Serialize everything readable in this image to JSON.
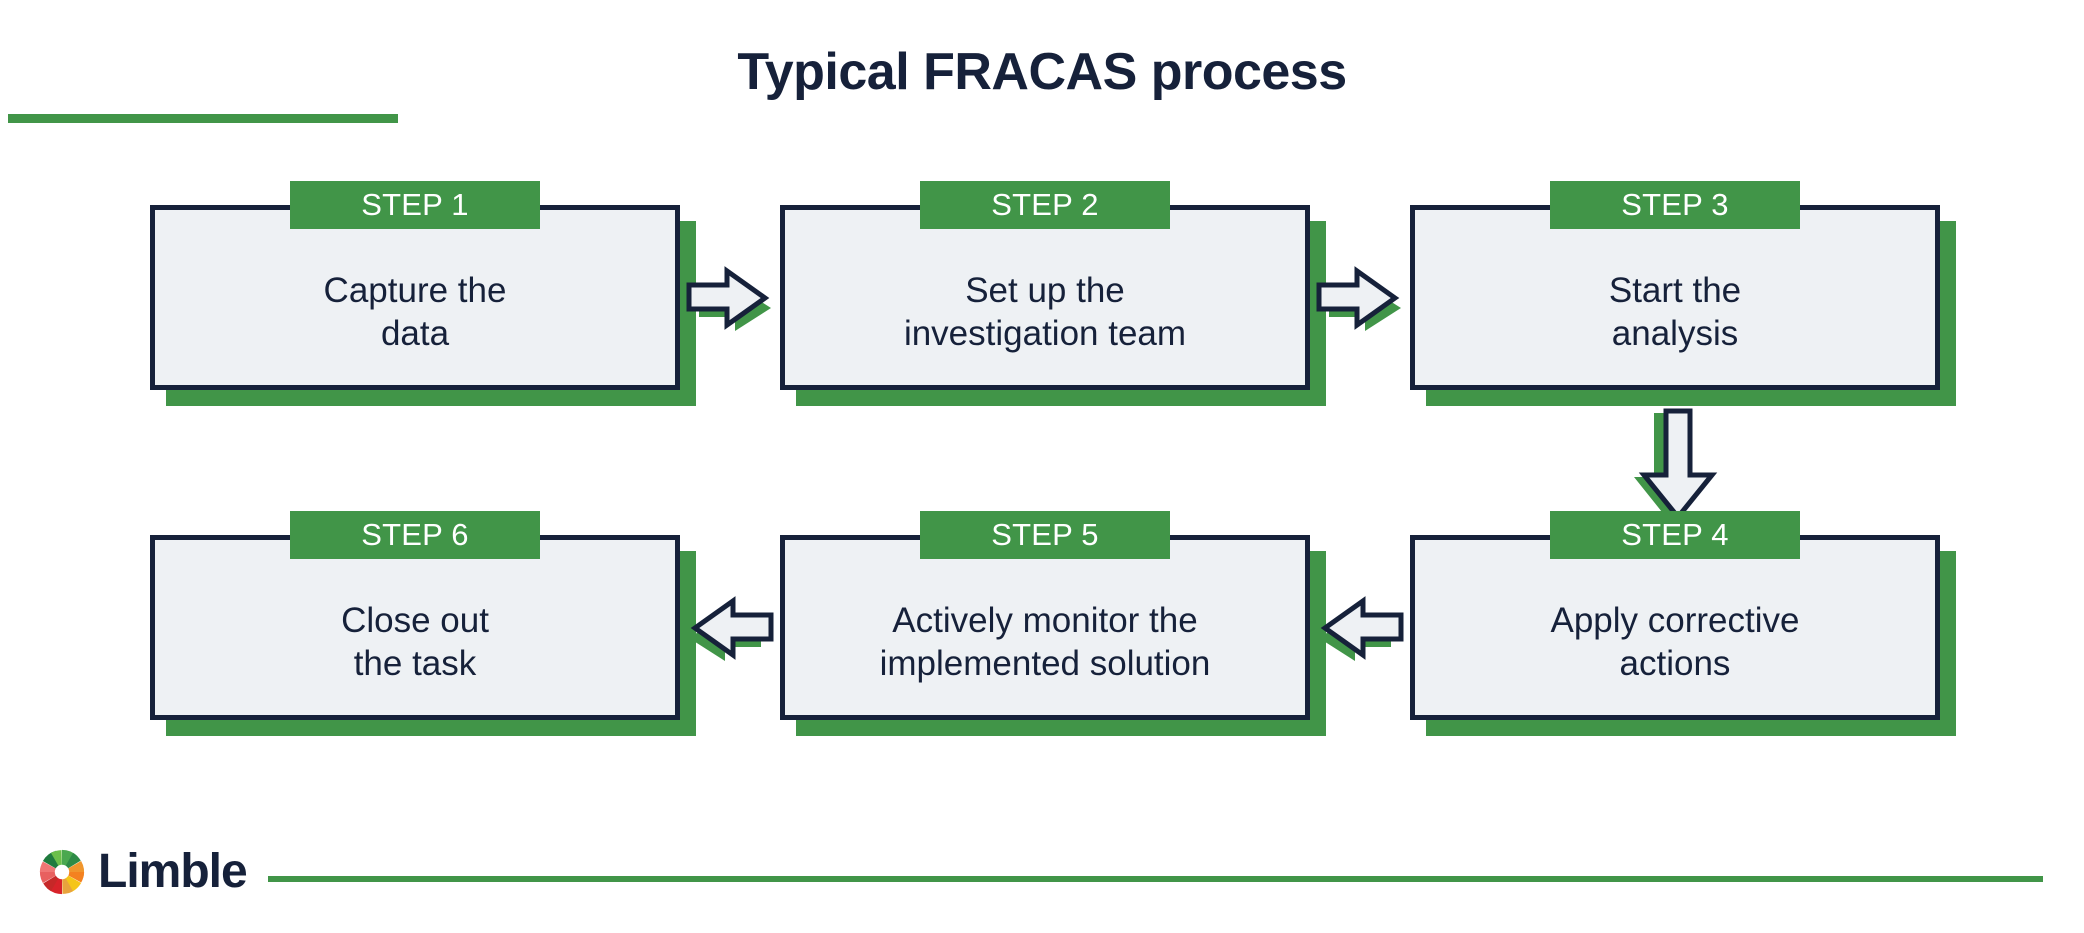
{
  "header": {
    "title": "Typical FRACAS process",
    "accent_color": "#419548",
    "title_color": "#16213a"
  },
  "theme": {
    "green": "#419548",
    "navy": "#16213a",
    "box_fill": "#eef1f4",
    "background": "#ffffff"
  },
  "flow": {
    "rows": [
      {
        "steps": [
          {
            "label": "STEP 1",
            "text": "Capture the\ndata"
          },
          {
            "label": "STEP 2",
            "text": "Set up the\ninvestigation team"
          },
          {
            "label": "STEP 3",
            "text": "Start the\nanalysis"
          }
        ],
        "arrows": [
          "arrow-right-icon",
          "arrow-right-icon"
        ]
      },
      {
        "steps": [
          {
            "label": "STEP 6",
            "text": "Close out\nthe task"
          },
          {
            "label": "STEP 5",
            "text": "Actively monitor the\nimplemented solution"
          },
          {
            "label": "STEP 4",
            "text": "Apply corrective\nactions"
          }
        ],
        "arrows": [
          "arrow-left-icon",
          "arrow-left-icon"
        ]
      }
    ],
    "connector_down": "arrow-down-icon"
  },
  "footer": {
    "brand": "Limble",
    "logo_icon": "limble-pinwheel-icon",
    "rule_color": "#419548"
  },
  "chart_data": {
    "type": "diagram",
    "title": "Typical FRACAS process",
    "flow_order": [
      "Capture the data",
      "Set up the investigation team",
      "Start the analysis",
      "Apply corrective actions",
      "Actively monitor the implemented solution",
      "Close out the task"
    ],
    "step_numbers": [
      "STEP 1",
      "STEP 2",
      "STEP 3",
      "STEP 4",
      "STEP 5",
      "STEP 6"
    ],
    "connections": [
      {
        "from": "STEP 1",
        "to": "STEP 2",
        "direction": "right"
      },
      {
        "from": "STEP 2",
        "to": "STEP 3",
        "direction": "right"
      },
      {
        "from": "STEP 3",
        "to": "STEP 4",
        "direction": "down"
      },
      {
        "from": "STEP 4",
        "to": "STEP 5",
        "direction": "left"
      },
      {
        "from": "STEP 5",
        "to": "STEP 6",
        "direction": "left"
      }
    ]
  }
}
